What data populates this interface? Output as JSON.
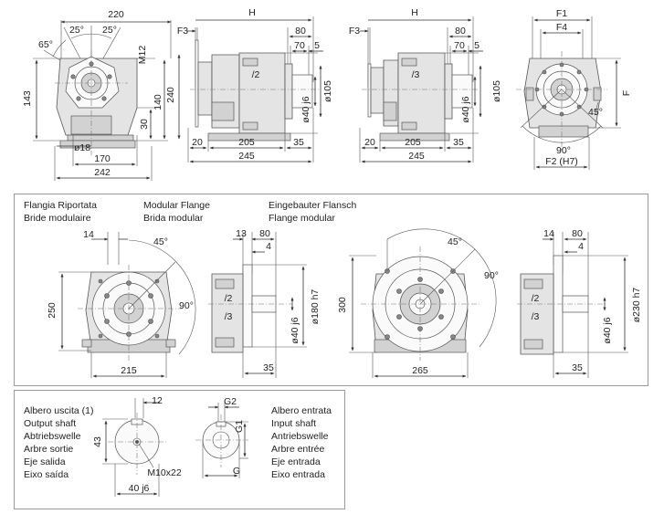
{
  "top": {
    "front": {
      "w": "220",
      "a1": "25°",
      "a2": "25°",
      "a3": "65°",
      "h1": "143",
      "bolt": "M12",
      "h2": "30",
      "h3": "140",
      "bore": "ø18",
      "base": "170",
      "total": "242"
    },
    "side2": {
      "F3": "F3",
      "H": "H",
      "d80": "80",
      "d70": "70",
      "d5": "5",
      "label": "/2",
      "h": "240",
      "flange": "ø105",
      "shaft": "ø40 j6",
      "b20": "20",
      "b205": "205",
      "b35": "35",
      "b245": "245"
    },
    "side3": {
      "F3": "F3",
      "H": "H",
      "d80": "80",
      "d70": "70",
      "d5": "5",
      "label": "/3",
      "flange": "ø105",
      "shaft": "ø40 j6",
      "b20": "20",
      "b205": "205",
      "b35": "35",
      "b245": "245"
    },
    "end": {
      "F1": "F1",
      "F4": "F4",
      "F": "F",
      "a45": "45°",
      "a90": "90°",
      "F2": "F2 (H7)"
    }
  },
  "flange": {
    "labels": [
      "Flangia Riportata",
      "Bride modulaire",
      "Modular Flange",
      "Brida modular",
      "Eingebauter Flansch",
      "Flange modular"
    ],
    "v1": {
      "d14": "14",
      "a45": "45°",
      "h": "250",
      "a90": "90°",
      "w": "215"
    },
    "v2": {
      "d13": "13",
      "d80": "80",
      "d4": "4",
      "l2": "/2",
      "l3": "/3",
      "fl": "ø180 h7",
      "sh": "ø40 j6",
      "d35": "35"
    },
    "v3": {
      "a45": "45°",
      "a90": "90°",
      "h": "300",
      "w": "265"
    },
    "v4": {
      "d14": "14",
      "d80": "80",
      "d4": "4",
      "l2": "/2",
      "l3": "/3",
      "fl": "ø230 h7",
      "sh": "ø40 j6",
      "d35": "35"
    }
  },
  "shaft": {
    "out_labels": [
      "Albero uscita (1)",
      "Output shaft",
      "Abtriebswelle",
      "Arbre sortie",
      "Eje salida",
      "Eixo saída"
    ],
    "in_labels": [
      "Albero entrata",
      "Input shaft",
      "Antriebswelle",
      "Arbre entrée",
      "Eje entrada",
      "Eixo entrada"
    ],
    "out": {
      "key": "12",
      "h": "43",
      "thread": "M10x22",
      "d": "40 j6"
    },
    "in": {
      "G2": "G2",
      "G1": "G1",
      "G": "G"
    }
  }
}
